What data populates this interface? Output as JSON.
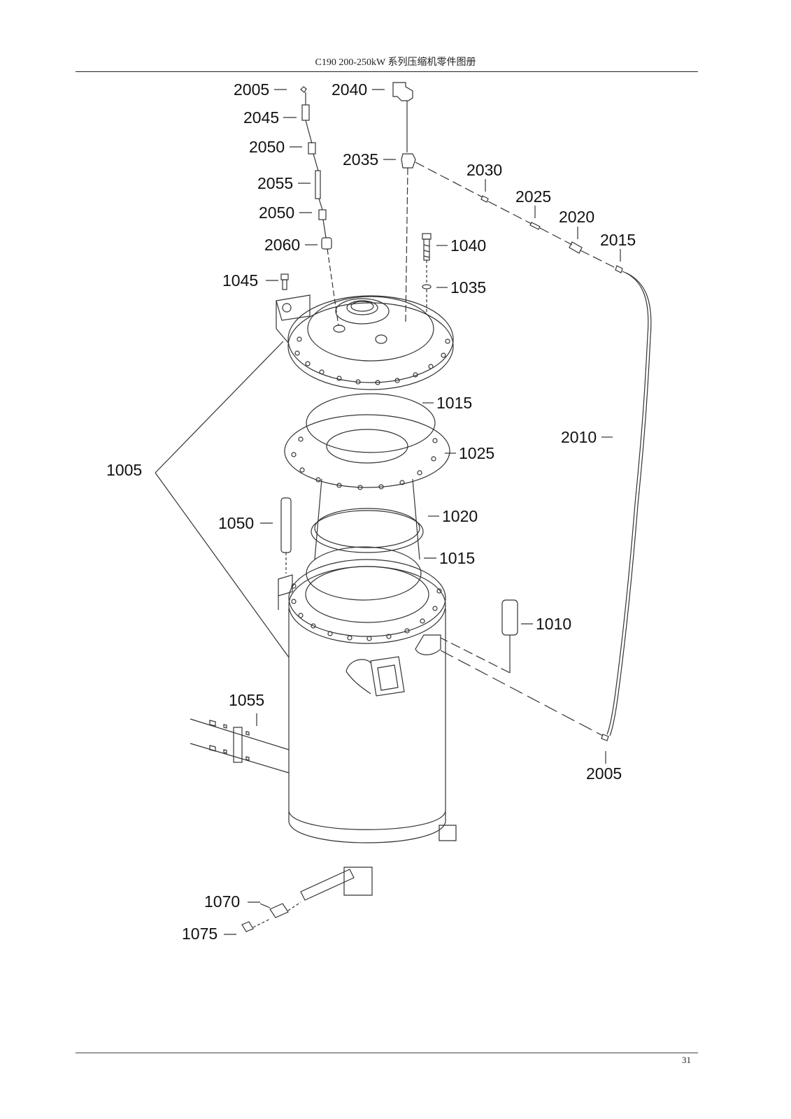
{
  "page": {
    "header": "C190 200-250kW 系列压缩机零件图册",
    "page_number": "31"
  },
  "callouts": [
    {
      "id": "c2005a",
      "text": "2005"
    },
    {
      "id": "c2045",
      "text": "2045"
    },
    {
      "id": "c2050a",
      "text": "2050"
    },
    {
      "id": "c2055",
      "text": "2055"
    },
    {
      "id": "c2050b",
      "text": "2050"
    },
    {
      "id": "c2060",
      "text": "2060"
    },
    {
      "id": "c1045",
      "text": "1045"
    },
    {
      "id": "c2040",
      "text": "2040"
    },
    {
      "id": "c2035",
      "text": "2035"
    },
    {
      "id": "c2030",
      "text": "2030"
    },
    {
      "id": "c2025",
      "text": "2025"
    },
    {
      "id": "c2020",
      "text": "2020"
    },
    {
      "id": "c2015",
      "text": "2015"
    },
    {
      "id": "c1040",
      "text": "1040"
    },
    {
      "id": "c1035",
      "text": "1035"
    },
    {
      "id": "c1015a",
      "text": "1015"
    },
    {
      "id": "c2010",
      "text": "2010"
    },
    {
      "id": "c1025",
      "text": "1025"
    },
    {
      "id": "c1005",
      "text": "1005"
    },
    {
      "id": "c1020",
      "text": "1020"
    },
    {
      "id": "c1050",
      "text": "1050"
    },
    {
      "id": "c1015b",
      "text": "1015"
    },
    {
      "id": "c1010",
      "text": "1010"
    },
    {
      "id": "c1055",
      "text": "1055"
    },
    {
      "id": "c2005b",
      "text": "2005"
    },
    {
      "id": "c1070",
      "text": "1070"
    },
    {
      "id": "c1075",
      "text": "1075"
    }
  ]
}
